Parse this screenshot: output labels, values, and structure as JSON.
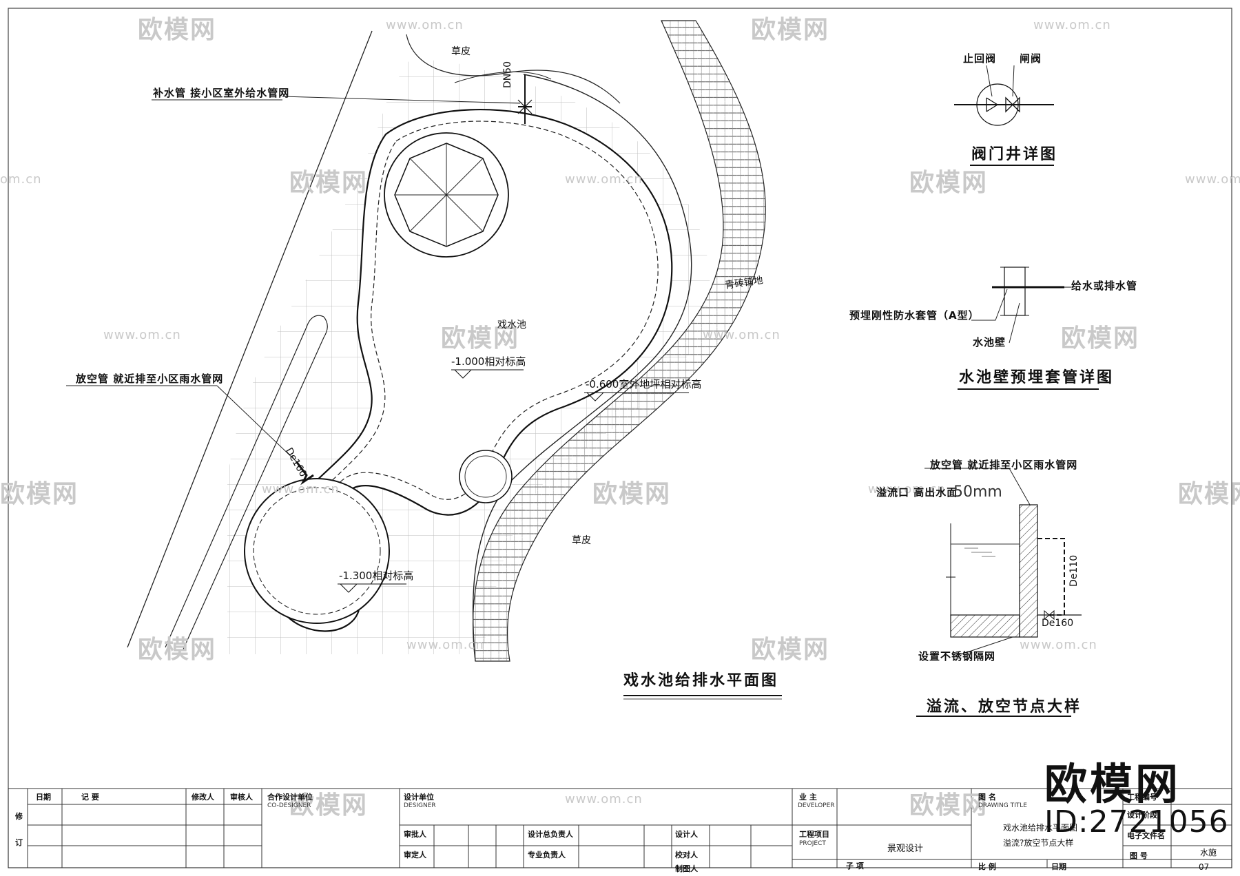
{
  "watermarks": {
    "brand": "欧模网",
    "url": "www.om.cn",
    "url_partial": "om.cn"
  },
  "plan": {
    "title": "戏水池给排水平面图",
    "labels": {
      "lawn_top": "草皮",
      "lawn_bottom": "草皮",
      "brick_paving": "青砖铺地",
      "pool_center": "戏水池",
      "makeup_pipe": "补水管  接小区室外给水管网",
      "drain_pipe": "放空管  就近排至小区雨水管网",
      "dn50": "DN50",
      "de160": "De160",
      "elev_1": "-1.000相对标高",
      "elev_2": "-0.600室外地坪相对标高",
      "elev_3": "-1.300相对标高"
    }
  },
  "valve_detail": {
    "title": "阀门井详图",
    "check_valve": "止回阀",
    "gate_valve": "闸阀"
  },
  "sleeve_detail": {
    "title": "水池壁预埋套管详图",
    "pipe": "给水或排水管",
    "sleeve": "预埋刚性防水套管（A型）",
    "wall": "水池壁"
  },
  "overflow_detail": {
    "title": "溢流、放空节点大样",
    "drain_label": "放空管  就近排至小区雨水管网",
    "overflow_label": "溢流口  高出水面",
    "height": "50mm",
    "de110": "De110",
    "de160": "De160",
    "mesh": "设置不锈钢隔网"
  },
  "title_block": {
    "rev_side": [
      "修",
      "订"
    ],
    "date": "日期",
    "record": "记      要",
    "modifier": "修改人",
    "reviewer": "审核人",
    "co_designer_cn": "合作设计单位",
    "co_designer_en": "CO-DESIGNER",
    "designer_cn": "设计单位",
    "designer_en": "DESIGNER",
    "approver": "审批人",
    "certifier": "审定人",
    "chief_designer": "设计总负责人",
    "discipline_lead": "专业负责人",
    "design_by": "设计人",
    "checked_by": "校对人",
    "drawn_by": "制图人",
    "owner_cn": "业  主",
    "owner_en": "DEVELOPER",
    "project_cn": "工程项目",
    "project_en": "PROJECT",
    "project_value": "景观设计",
    "subitem": "子  项",
    "drawing_title_cn": "图    名",
    "drawing_title_en": "DRAWING  TITLE",
    "drawing_title_1": "戏水池给排水平面图",
    "drawing_title_2": "溢流?放空节点大样",
    "scale": "比  例",
    "date2": "日期",
    "project_no": "工程编号",
    "stage": "设计阶段",
    "elec_file": "电子文件名",
    "drawing_no": "图    号",
    "discipline": "水施",
    "sheet_no": "07"
  },
  "brand_mark": {
    "name": "欧模网",
    "id": "ID:2721056"
  }
}
